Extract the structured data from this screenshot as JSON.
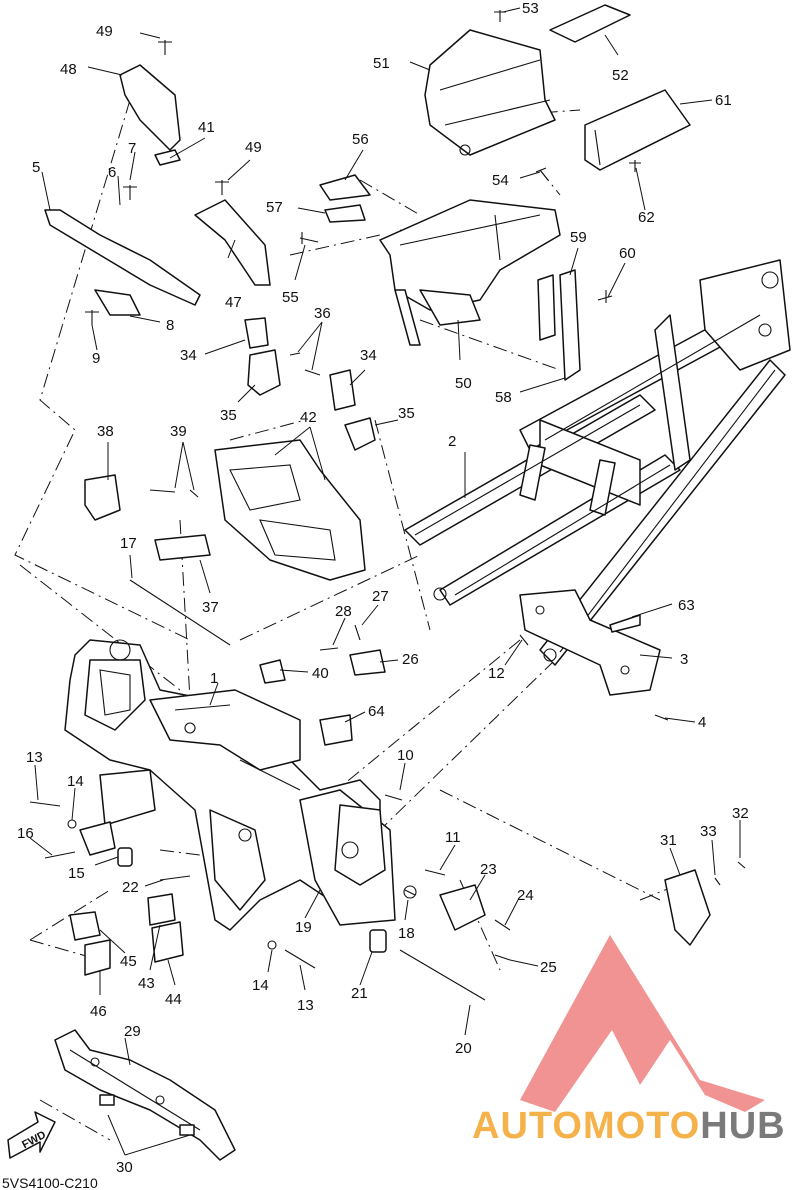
{
  "drawing_code": "5VS4100-C210",
  "fwd_label": "FWD",
  "watermark": {
    "part1": "AUTOMOTO",
    "part2": "HUB",
    "color_primary": "#f08080",
    "color_secondary": "#f5b14a",
    "color_text_dark": "#7a7a7a"
  },
  "callouts": [
    {
      "id": "c1",
      "n": "1"
    },
    {
      "id": "c2",
      "n": "2"
    },
    {
      "id": "c3",
      "n": "3"
    },
    {
      "id": "c4",
      "n": "4"
    },
    {
      "id": "c5",
      "n": "5"
    },
    {
      "id": "c6",
      "n": "6"
    },
    {
      "id": "c7",
      "n": "7"
    },
    {
      "id": "c8",
      "n": "8"
    },
    {
      "id": "c9",
      "n": "9"
    },
    {
      "id": "c10",
      "n": "10"
    },
    {
      "id": "c11",
      "n": "11"
    },
    {
      "id": "c12",
      "n": "12"
    },
    {
      "id": "c13a",
      "n": "13"
    },
    {
      "id": "c13b",
      "n": "13"
    },
    {
      "id": "c14a",
      "n": "14"
    },
    {
      "id": "c14b",
      "n": "14"
    },
    {
      "id": "c15",
      "n": "15"
    },
    {
      "id": "c16",
      "n": "16"
    },
    {
      "id": "c17",
      "n": "17"
    },
    {
      "id": "c18",
      "n": "18"
    },
    {
      "id": "c19",
      "n": "19"
    },
    {
      "id": "c20",
      "n": "20"
    },
    {
      "id": "c21",
      "n": "21"
    },
    {
      "id": "c22",
      "n": "22"
    },
    {
      "id": "c23",
      "n": "23"
    },
    {
      "id": "c24",
      "n": "24"
    },
    {
      "id": "c25",
      "n": "25"
    },
    {
      "id": "c26",
      "n": "26"
    },
    {
      "id": "c27",
      "n": "27"
    },
    {
      "id": "c28",
      "n": "28"
    },
    {
      "id": "c29",
      "n": "29"
    },
    {
      "id": "c30",
      "n": "30"
    },
    {
      "id": "c31",
      "n": "31"
    },
    {
      "id": "c32",
      "n": "32"
    },
    {
      "id": "c33",
      "n": "33"
    },
    {
      "id": "c34a",
      "n": "34"
    },
    {
      "id": "c34b",
      "n": "34"
    },
    {
      "id": "c35a",
      "n": "35"
    },
    {
      "id": "c35b",
      "n": "35"
    },
    {
      "id": "c36",
      "n": "36"
    },
    {
      "id": "c37",
      "n": "37"
    },
    {
      "id": "c38",
      "n": "38"
    },
    {
      "id": "c39",
      "n": "39"
    },
    {
      "id": "c40",
      "n": "40"
    },
    {
      "id": "c41",
      "n": "41"
    },
    {
      "id": "c42",
      "n": "42"
    },
    {
      "id": "c43",
      "n": "43"
    },
    {
      "id": "c44",
      "n": "44"
    },
    {
      "id": "c45",
      "n": "45"
    },
    {
      "id": "c46",
      "n": "46"
    },
    {
      "id": "c47",
      "n": "47"
    },
    {
      "id": "c48",
      "n": "48"
    },
    {
      "id": "c49a",
      "n": "49"
    },
    {
      "id": "c49b",
      "n": "49"
    },
    {
      "id": "c50",
      "n": "50"
    },
    {
      "id": "c51",
      "n": "51"
    },
    {
      "id": "c52",
      "n": "52"
    },
    {
      "id": "c53",
      "n": "53"
    },
    {
      "id": "c54",
      "n": "54"
    },
    {
      "id": "c55",
      "n": "55"
    },
    {
      "id": "c56",
      "n": "56"
    },
    {
      "id": "c57",
      "n": "57"
    },
    {
      "id": "c58",
      "n": "58"
    },
    {
      "id": "c59",
      "n": "59"
    },
    {
      "id": "c60",
      "n": "60"
    },
    {
      "id": "c61",
      "n": "61"
    },
    {
      "id": "c62",
      "n": "62"
    },
    {
      "id": "c63",
      "n": "63"
    },
    {
      "id": "c64",
      "n": "64"
    }
  ]
}
